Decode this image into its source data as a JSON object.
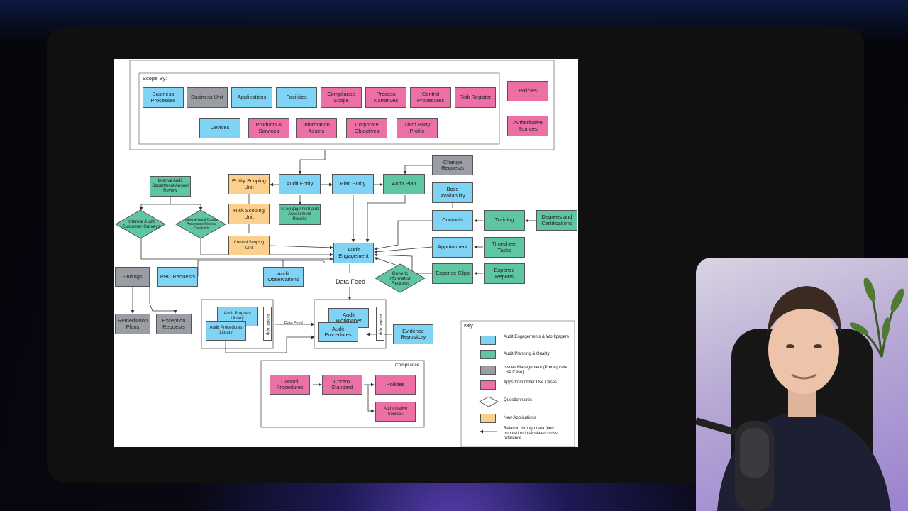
{
  "scope": {
    "label": "Scope By:",
    "items": [
      "Business Processes",
      "Business Unit",
      "Applications",
      "Facilities",
      "Compliance Scope",
      "Process Narratives",
      "Control Procedures",
      "Risk Register",
      "Devices",
      "Products & Services",
      "Information Assets",
      "Corporate Objectives",
      "Third Party Profile"
    ],
    "side": [
      "Policies",
      "Authoritative Sources"
    ]
  },
  "nodes": {
    "change_requests": "Change Requests",
    "internal_audit_review": "Internal Audit Department Annual Review",
    "entity_scoping": "Entity Scoping Unit",
    "audit_entity": "Audit Entity",
    "plan_entity": "Plan Entity",
    "audit_plan": "Audit Plan",
    "base_availability": "Base Availability",
    "customer_surveys": "Internal Audit Customer Surveys",
    "qa_checklists": "Internal Audit Quality Assurance Review Checklists",
    "risk_scoping": "Risk Scoping Unit",
    "ia_engagement_results": "IA Engagement and Assessment Results",
    "contacts": "Contacts",
    "training": "Training",
    "degrees": "Degrees and Certifications",
    "control_scoping": "Control Scoping Unit",
    "audit_engagement": "Audit Engagement",
    "appointment": "Appointment",
    "timesheet": "Timesheet Tasks",
    "findings": "Findings",
    "pbc_requests": "PBC Requests",
    "audit_observations": "Audit Observations",
    "generic_info": "Generic Information Request",
    "expense_slips": "Expense Slips",
    "expense_reports": "Expense Reports",
    "data_feed": "Data Feed",
    "remediation_plans": "Remediation Plans",
    "exception_requests": "Exception Requests",
    "audit_program_library": "Audit Program Library",
    "audit_procedures_library": "Audit Procedures Library",
    "leveled_app": "Leveled App",
    "data_feed_small": "Data Feed",
    "audit_workpaper": "Audit Workpaper",
    "audit_procedures": "Audit Procedures",
    "evidence_repository": "Evidence Repository"
  },
  "compliance": {
    "label": "Compliance",
    "items": [
      "Control Procedures",
      "Control Standard",
      "Policies",
      "Authoritative Sources"
    ]
  },
  "key": {
    "title": "Key",
    "items": [
      {
        "label": "Audit Engagements & Workpapers",
        "color": "#7fd3f5"
      },
      {
        "label": "Audit Planning & Quality",
        "color": "#5fc6a2"
      },
      {
        "label": "Issues Management (Prerequisite Use Case)",
        "color": "#9a9ea4"
      },
      {
        "label": "Apps from Other Use Cases",
        "color": "#ec6fa6"
      },
      {
        "label": "Questionnaires",
        "color": "#ffffff"
      },
      {
        "label": "New Applications",
        "color": "#fbd08c"
      },
      {
        "label": "Relation through data feed population / calculated cross reference",
        "color": ""
      }
    ]
  }
}
